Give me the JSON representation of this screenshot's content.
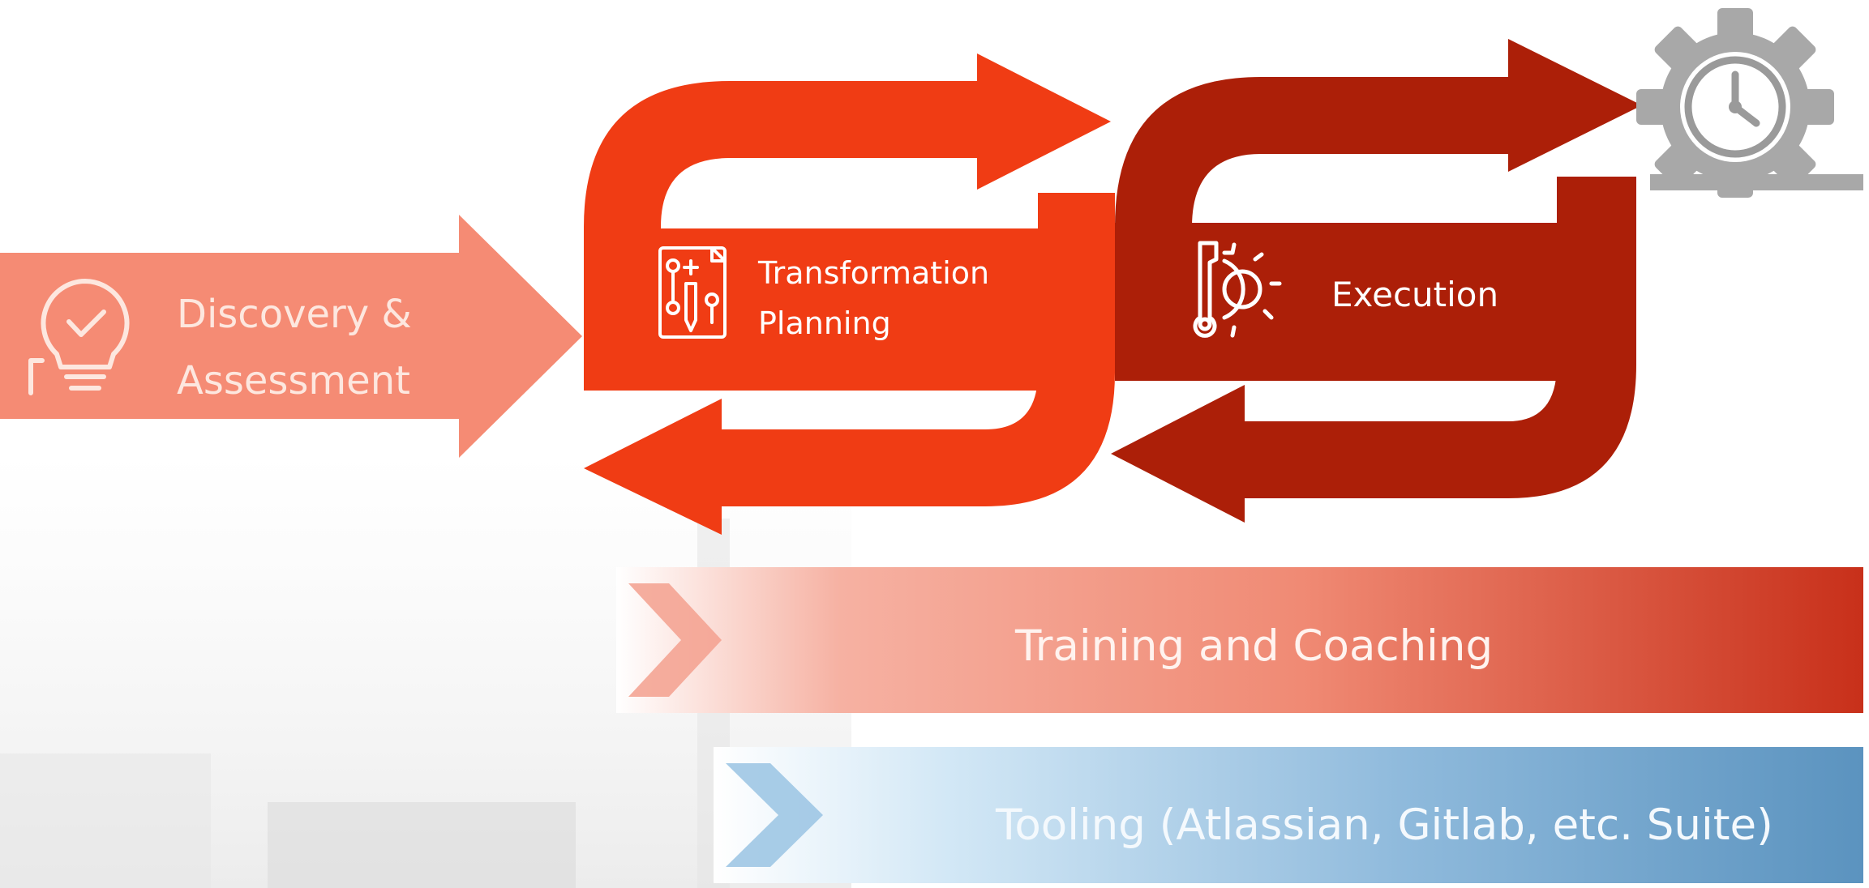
{
  "stages": {
    "discovery": {
      "line1": "Discovery &",
      "line2": "Assessment",
      "icon": "lightbulb-check-icon"
    },
    "transformation": {
      "line1": "Transformation",
      "line2": "Planning",
      "icon": "planning-tools-icon"
    },
    "execution": {
      "label": "Execution",
      "icon": "wrench-gear-icon"
    },
    "goal": {
      "icon": "gear-clock-icon"
    }
  },
  "bands": {
    "training": {
      "label": "Training and Coaching"
    },
    "tooling": {
      "label": "Tooling (Atlassian, Gitlab, etc. Suite)"
    }
  },
  "colors": {
    "discovery": "#f58b74",
    "transformation": "#f03c14",
    "execution": "#ac1f08",
    "training_end": "#c8301a",
    "tooling_end": "#5b93bf",
    "goal_gray": "#a8a8a8"
  }
}
